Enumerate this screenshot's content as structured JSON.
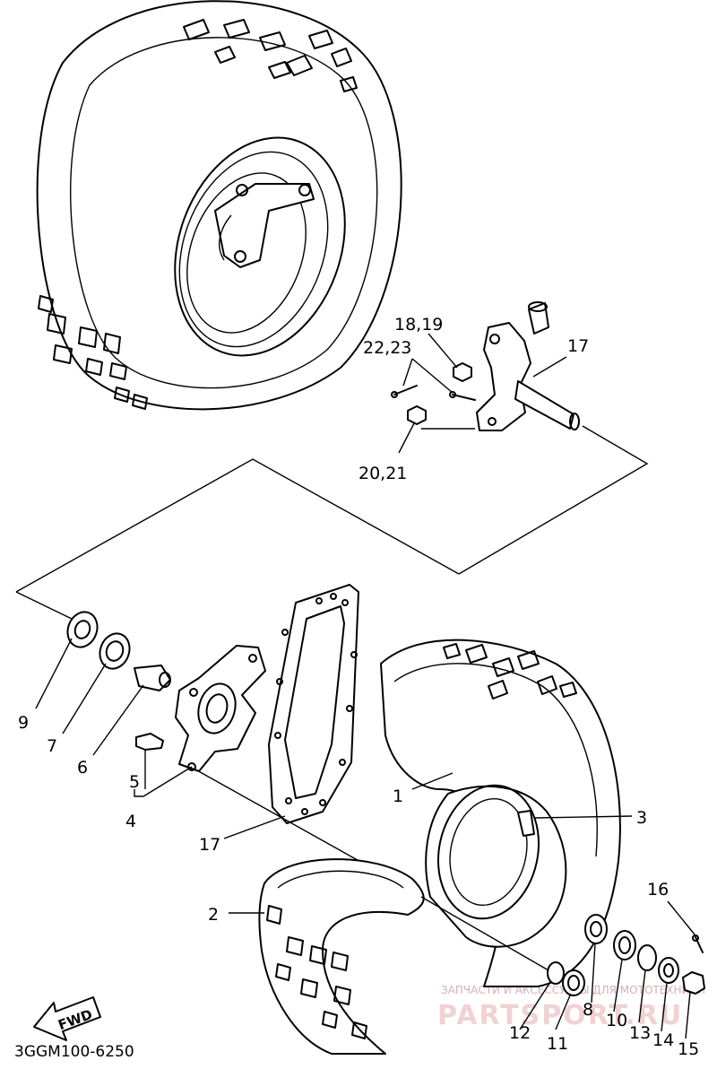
{
  "diagram": {
    "drawing_code": "3GGM100-6250",
    "fwd_label": "FWD",
    "watermark": {
      "line1": "ЗАПЧАСТИ И АКСЕССУАРЫ ДЛЯ МОТОТЕХНИКИ",
      "line2": "PARTSPORT.RU"
    },
    "callouts": [
      {
        "id": "c1",
        "text": "1"
      },
      {
        "id": "c2",
        "text": "2"
      },
      {
        "id": "c3",
        "text": "3"
      },
      {
        "id": "c4",
        "text": "4"
      },
      {
        "id": "c5",
        "text": "5"
      },
      {
        "id": "c6",
        "text": "6"
      },
      {
        "id": "c7",
        "text": "7"
      },
      {
        "id": "c8",
        "text": "8"
      },
      {
        "id": "c9",
        "text": "9"
      },
      {
        "id": "c10",
        "text": "10"
      },
      {
        "id": "c11",
        "text": "11"
      },
      {
        "id": "c12",
        "text": "12"
      },
      {
        "id": "c13",
        "text": "13"
      },
      {
        "id": "c14",
        "text": "14"
      },
      {
        "id": "c15",
        "text": "15"
      },
      {
        "id": "c16",
        "text": "16"
      },
      {
        "id": "c17",
        "text": "17"
      },
      {
        "id": "c18",
        "text": "18,19"
      },
      {
        "id": "c20a",
        "text": "20,21"
      },
      {
        "id": "c20b",
        "text": "20,21"
      },
      {
        "id": "c22",
        "text": "22,23"
      }
    ]
  }
}
